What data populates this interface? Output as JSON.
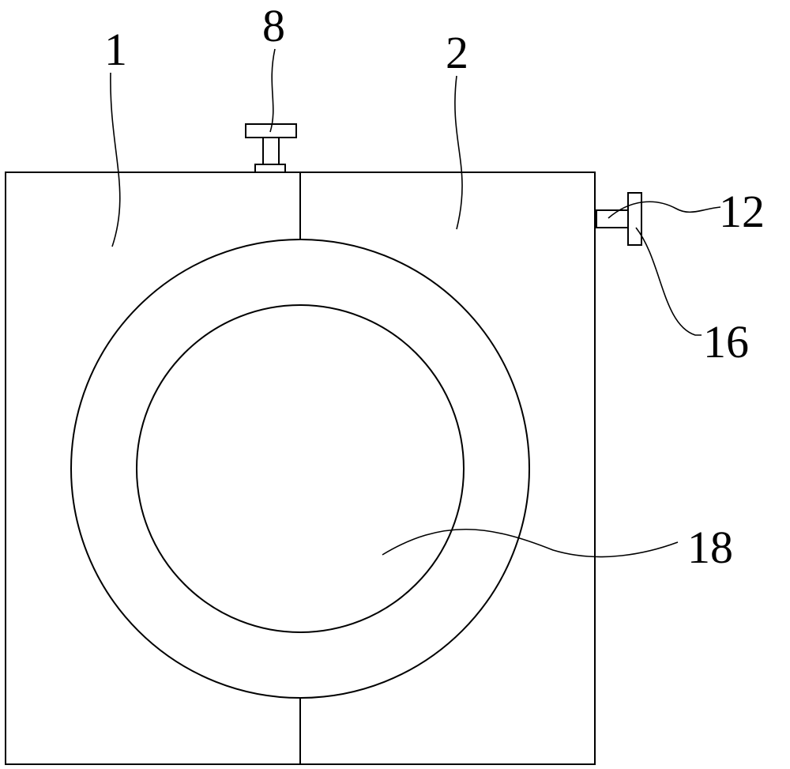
{
  "labels": {
    "clamp_half_left": "1",
    "clamp_half_right": "2",
    "top_fastener": "8",
    "side_pin": "12",
    "side_plate": "16",
    "ring_bore": "18"
  },
  "colors": {
    "stroke": "#000000",
    "background": "#ffffff"
  }
}
